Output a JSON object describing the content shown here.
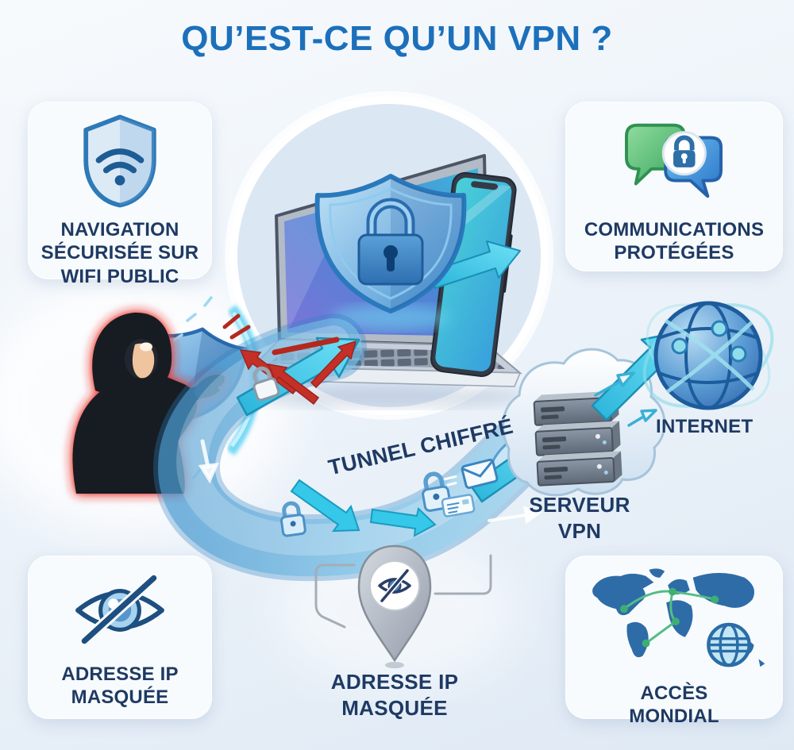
{
  "title": "QU’EST-CE QU’UN VPN ?",
  "cards": {
    "wifi_public": {
      "label": "NAVIGATION SÉCURISÉE SUR WIFI PUBLIC",
      "icon": "shield-wifi-icon"
    },
    "communications": {
      "label": "COMMUNICATIONS PROTÉGÉES",
      "icon": "chat-bubbles-lock-icon"
    },
    "ip_masked": {
      "label": "ADRESSE IP MASQUÉE",
      "icon": "eye-slash-icon"
    },
    "global_access": {
      "label": "ACCÈS MONDIAL",
      "icon": "world-map-network-icon"
    }
  },
  "diagram": {
    "tunnel_label": "TUNNEL CHIFFRÉ",
    "server_label": "SERVEUR VPN",
    "internet_label": "INTERNET",
    "pin_label": "ADRESSE IP MASQUÉE"
  },
  "icons": {
    "center": "laptop-shield-lock-icon",
    "phone": "smartphone-icon",
    "hacker": "hacker-blocked-icon",
    "tunnel": "encrypted-tunnel-icon",
    "server": "vpn-server-cloud-icon",
    "internet": "globe-network-icon",
    "pin": "location-pin-hidden-icon"
  },
  "colors": {
    "title_blue": "#1c70bb",
    "label_navy": "#1e3a63",
    "accent_cyan": "#2fc0e4",
    "tunnel_blue": "#4f9fd4",
    "shield_blue": "#5aa2dc",
    "alert_red": "#c62f28",
    "bubble_green": "#4db36a",
    "bubble_blue": "#2f7fd0",
    "card_bg": "#f8fbfd",
    "background_top": "#f7fafd",
    "background_bottom": "#dfe9f4"
  }
}
